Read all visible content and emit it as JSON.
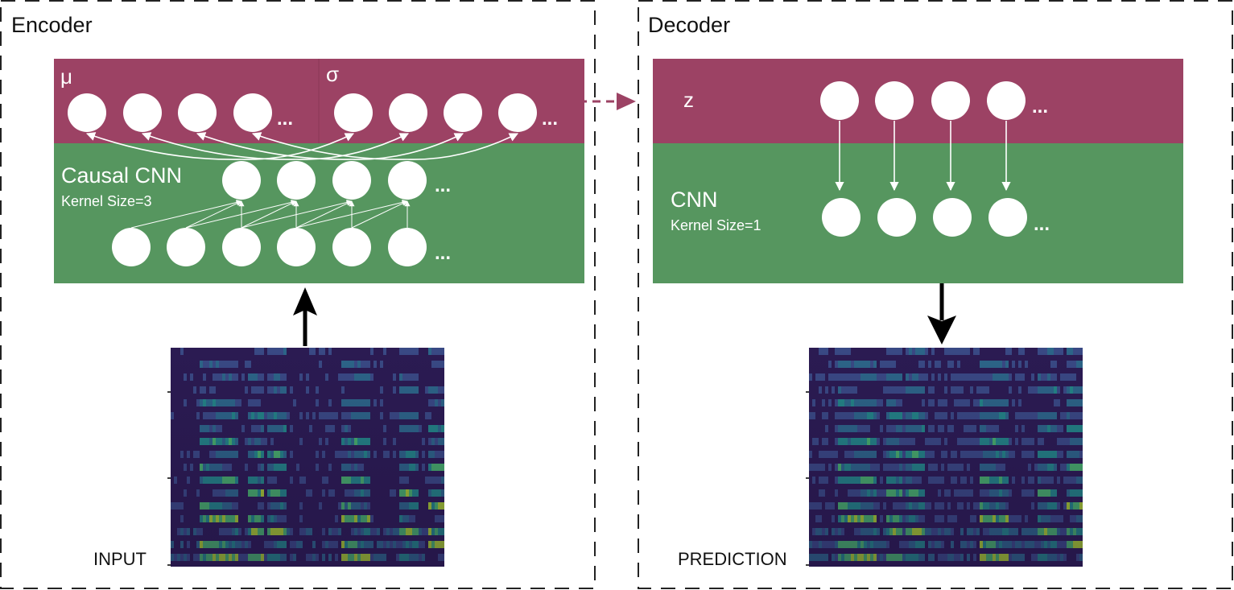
{
  "encoder": {
    "title": "Encoder",
    "mu_label": "μ",
    "sigma_label": "σ",
    "cnn_label": "Causal CNN",
    "kernel_label": "Kernel Size=3",
    "ellipsis": "...",
    "input_label": "INPUT"
  },
  "decoder": {
    "title": "Decoder",
    "z_label": "z",
    "cnn_label": "CNN",
    "kernel_label": "Kernel Size=1",
    "ellipsis": "...",
    "prediction_label": "PREDICTION"
  },
  "colors": {
    "latent_band": "#9c4264",
    "cnn_band": "#56965f",
    "node": "#ffffff",
    "arrow": "#000000",
    "dashed_arrow": "#9c4264",
    "spectrogram_bg": "#2b1b52",
    "spectrogram_mid": "#2e6e8e",
    "spectrogram_hi": "#b8de29"
  }
}
